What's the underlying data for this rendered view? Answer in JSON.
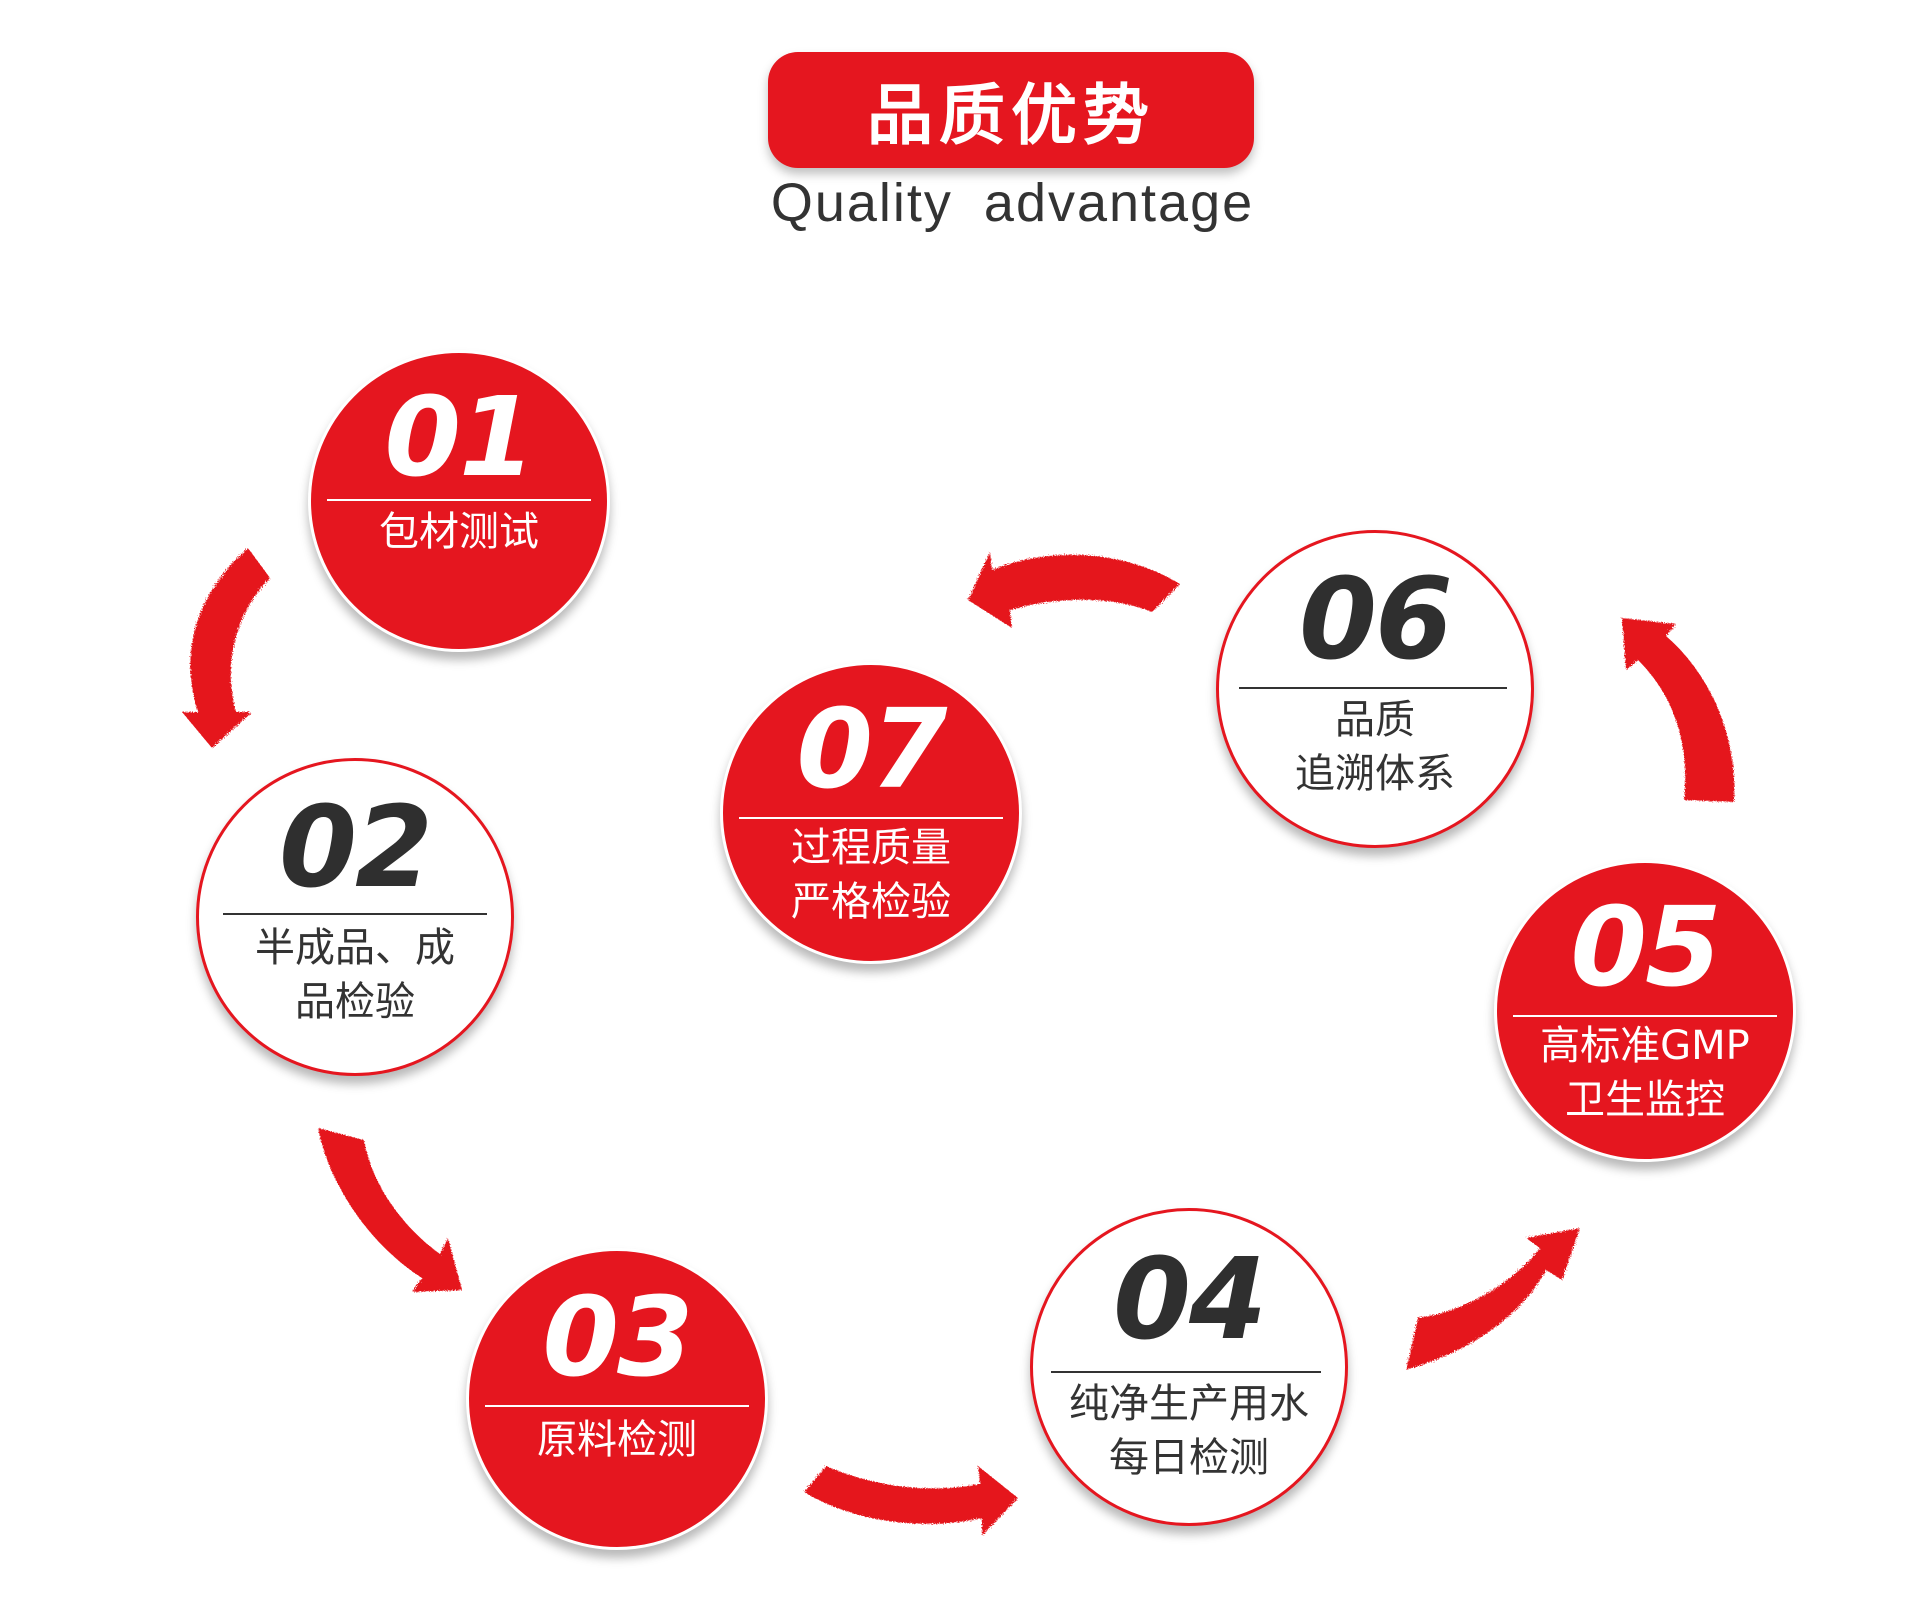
{
  "header": {
    "title": "品质优势",
    "subtitle": "Quality  advantage"
  },
  "steps": [
    {
      "number": "01",
      "lines": [
        "包材测试"
      ],
      "style": "red"
    },
    {
      "number": "02",
      "lines": [
        "半成品、成",
        "品检验"
      ],
      "style": "white"
    },
    {
      "number": "03",
      "lines": [
        "原料检测"
      ],
      "style": "red"
    },
    {
      "number": "04",
      "lines": [
        "纯净生产用水",
        "每日检测"
      ],
      "style": "white"
    },
    {
      "number": "05",
      "lines": [
        "高标准GMP",
        "卫生监控"
      ],
      "style": "red"
    },
    {
      "number": "06",
      "lines": [
        "品质",
        "追溯体系"
      ],
      "style": "white"
    },
    {
      "number": "07",
      "lines": [
        "过程质量",
        "严格检验"
      ],
      "style": "red"
    }
  ],
  "colors": {
    "accent": "#e5161f",
    "text_dark": "#333333",
    "background": "#ffffff"
  },
  "icons": {
    "connector": "curved-arrow-icon"
  }
}
